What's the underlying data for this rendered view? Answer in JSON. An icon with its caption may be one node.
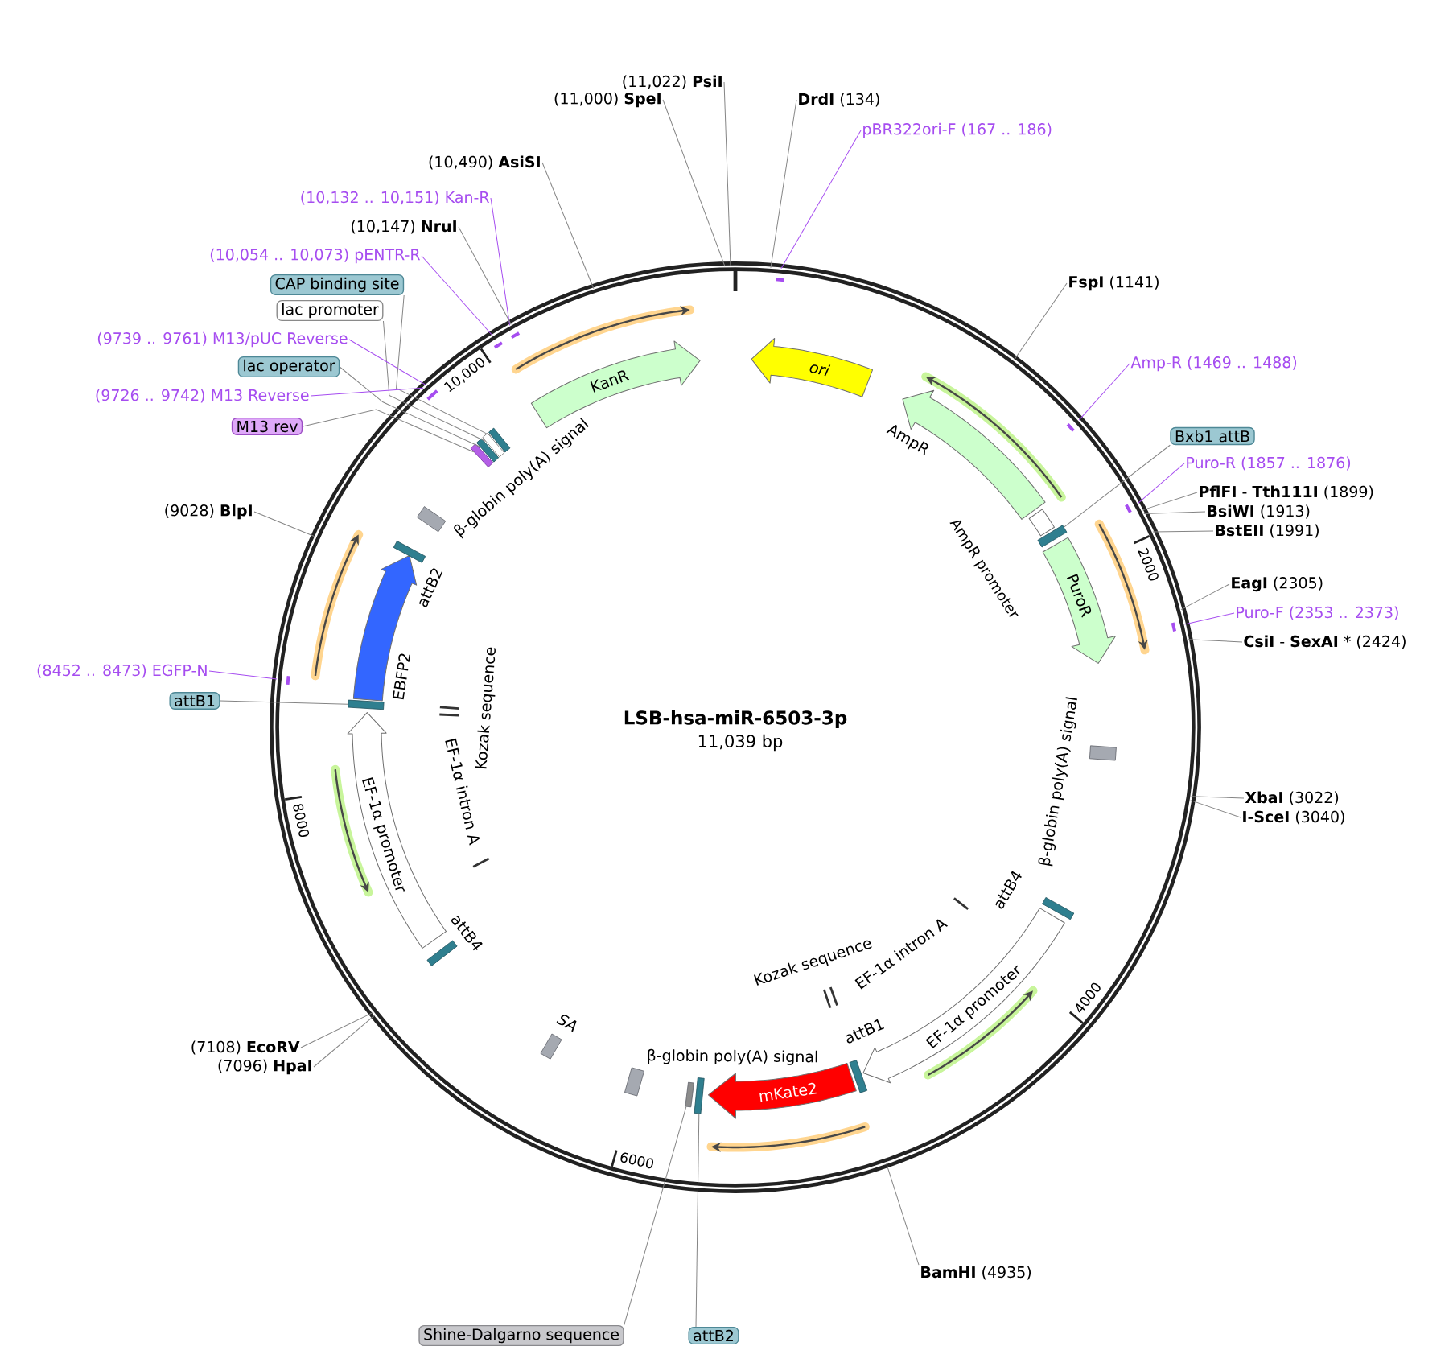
{
  "diagram": {
    "nodes": [
      {
        "text": [
          "LSB-hsa-miR-6503-3p",
          "11,039 bp"
        ]
      },
      {
        "text": [
          "ori"
        ],
        "in": 0
      },
      {
        "text": [
          "AmpR"
        ],
        "in": 0
      },
      {
        "text": [
          "AmpR promoter"
        ],
        "in": 0
      },
      {
        "text": [],
        "shape": "bar",
        "in": 0
      },
      {
        "text": [
          "PuroR"
        ],
        "in": 0
      },
      {
        "text": [
          "β-globin poly(A) signal"
        ],
        "in": 0
      },
      {
        "text": [
          "attB4"
        ],
        "in": 0
      },
      {
        "text": [
          "EF-1α promoter"
        ],
        "in": 0
      },
      {
        "text": [
          "EF-1α intron A"
        ],
        "in": 0
      },
      {
        "text": [
          "attB1"
        ],
        "in": 0
      },
      {
        "text": [
          "Kozak sequence"
        ],
        "in": 0
      },
      {
        "text": [
          "mKate2"
        ],
        "in": 0
      },
      {
        "text": [],
        "shape": "bar",
        "in": 0
      },
      {
        "text": [],
        "shape": "bar",
        "in": 0
      },
      {
        "text": [
          "β-globin poly(A) signal"
        ],
        "in": 0
      },
      {
        "text": [
          "SA"
        ],
        "in": 0
      },
      {
        "text": [
          "attB4"
        ],
        "in": 0
      },
      {
        "text": [
          "EF-1α promoter"
        ],
        "in": 0
      },
      {
        "text": [
          "EF-1α intron A"
        ],
        "in": 0
      },
      {
        "text": [
          "Kozak sequence"
        ],
        "in": 0
      },
      {
        "text": [],
        "shape": "bar",
        "in": 0
      },
      {
        "text": [
          "EBFP2"
        ],
        "in": 0
      },
      {
        "text": [
          "attB2"
        ],
        "in": 0
      },
      {
        "text": [
          "β-globin poly(A) signal"
        ],
        "in": 0
      },
      {
        "text": [],
        "shape": "bar",
        "in": 0
      },
      {
        "text": [],
        "shape": "bar",
        "in": 0
      },
      {
        "text": [],
        "shape": "bar",
        "in": 0
      },
      {
        "text": [],
        "shape": "bar",
        "in": 0
      },
      {
        "text": [
          "KanR"
        ],
        "in": 0
      },
      {
        "text": [
          "(11,022) **PsiI**"
        ]
      },
      {
        "text": [
          "(11,000) **SpeI**"
        ]
      },
      {
        "text": [
          "**DrdI** (134)"
        ]
      },
      {
        "text": [
          "pBR322ori-F (167 .. 186)"
        ]
      },
      {
        "text": [
          "(10,490) **AsiSI**"
        ]
      },
      {
        "text": [
          "(10,132 .. 10,151) Kan-R"
        ]
      },
      {
        "text": [
          "(10,147) **NruI**"
        ]
      },
      {
        "text": [
          "(10,054 .. 10,073) pENTR-R"
        ]
      },
      {
        "text": [
          "CAP binding site"
        ]
      },
      {
        "text": [
          "**FspI** (1141)"
        ]
      },
      {
        "text": [
          "lac promoter"
        ]
      },
      {
        "text": [
          "(9739 .. 9761) M13/pUC Reverse"
        ]
      },
      {
        "text": [
          "lac operator"
        ]
      },
      {
        "text": [
          "Amp-R (1469 .. 1488)"
        ]
      },
      {
        "text": [
          "(9726 .. 9742) M13 Reverse"
        ]
      },
      {
        "text": [
          "M13 rev"
        ]
      },
      {
        "text": [
          "Bxb1 attB"
        ]
      },
      {
        "text": [
          "Puro-R (1857 .. 1876)"
        ]
      },
      {
        "text": [
          "**PflFI** - **Tth111I** (1899)"
        ]
      },
      {
        "text": [
          "(9028) **BlpI**"
        ]
      },
      {
        "text": [
          "**BsiWI** (1913)"
        ]
      },
      {
        "text": [
          "**BstEII** (1991)"
        ]
      },
      {
        "text": [
          "**EagI** (2305)"
        ]
      },
      {
        "text": [
          "Puro-F (2353 .. 2373)"
        ]
      },
      {
        "text": [
          "**CsiI** - **SexAI** * (2424)"
        ]
      },
      {
        "text": [
          "(8452 .. 8473) EGFP-N"
        ]
      },
      {
        "text": [
          "attB1"
        ]
      },
      {
        "text": [
          "**XbaI** (3022)"
        ]
      },
      {
        "text": [
          "**I-SceI** (3040)"
        ]
      },
      {
        "text": [
          "(7108) **EcoRV**"
        ]
      },
      {
        "text": [
          "(7096) **HpaI**"
        ]
      },
      {
        "text": [
          "**BamHI** (4935)"
        ]
      },
      {
        "text": [
          "Shine-Dalgarno sequence"
        ]
      },
      {
        "text": [
          "attB2"
        ]
      }
    ],
    "edges": [
      {
        "from": 30,
        "to": 0,
        "arrow": "none"
      },
      {
        "from": 31,
        "to": 0,
        "arrow": "none"
      },
      {
        "from": 32,
        "to": 0,
        "arrow": "none"
      },
      {
        "from": 33,
        "to": 0,
        "arrow": "none",
        "color": "#a64df0"
      },
      {
        "from": 34,
        "to": 0,
        "arrow": "none"
      },
      {
        "from": 35,
        "to": 0,
        "arrow": "none",
        "color": "#a64df0"
      },
      {
        "from": 36,
        "to": 0,
        "arrow": "none"
      },
      {
        "from": 37,
        "to": 0,
        "arrow": "none",
        "color": "#a64df0"
      },
      {
        "from": 38,
        "to": 28,
        "arrow": "none"
      },
      {
        "from": 39,
        "to": 0,
        "arrow": "none"
      },
      {
        "from": 40,
        "to": 27,
        "arrow": "none"
      },
      {
        "from": 41,
        "to": 0,
        "arrow": "none",
        "color": "#a64df0"
      },
      {
        "from": 42,
        "to": 26,
        "arrow": "none"
      },
      {
        "from": 43,
        "to": 0,
        "arrow": "none",
        "color": "#a64df0"
      },
      {
        "from": 44,
        "to": 0,
        "arrow": "none",
        "color": "#a64df0"
      },
      {
        "from": 45,
        "to": 25,
        "arrow": "none"
      },
      {
        "from": 46,
        "to": 4,
        "arrow": "none"
      },
      {
        "from": 47,
        "to": 0,
        "arrow": "none",
        "color": "#a64df0"
      },
      {
        "from": 48,
        "to": 0,
        "arrow": "none"
      },
      {
        "from": 49,
        "to": 0,
        "arrow": "none"
      },
      {
        "from": 50,
        "to": 0,
        "arrow": "none"
      },
      {
        "from": 51,
        "to": 0,
        "arrow": "none"
      },
      {
        "from": 52,
        "to": 0,
        "arrow": "none"
      },
      {
        "from": 53,
        "to": 0,
        "arrow": "none",
        "color": "#a64df0"
      },
      {
        "from": 54,
        "to": 0,
        "arrow": "none"
      },
      {
        "from": 55,
        "to": 0,
        "arrow": "none",
        "color": "#a64df0"
      },
      {
        "from": 56,
        "to": 21,
        "arrow": "none"
      },
      {
        "from": 57,
        "to": 0,
        "arrow": "none"
      },
      {
        "from": 58,
        "to": 0,
        "arrow": "none"
      },
      {
        "from": 59,
        "to": 0,
        "arrow": "none"
      },
      {
        "from": 60,
        "to": 0,
        "arrow": "none"
      },
      {
        "from": 61,
        "to": 0,
        "arrow": "none"
      },
      {
        "from": 62,
        "to": 14,
        "arrow": "none"
      },
      {
        "from": 63,
        "to": 13,
        "arrow": "none"
      }
    ],
    "labels": [
      "10,000",
      "2000",
      "8000",
      "4000",
      "6000"
    ]
  }
}
